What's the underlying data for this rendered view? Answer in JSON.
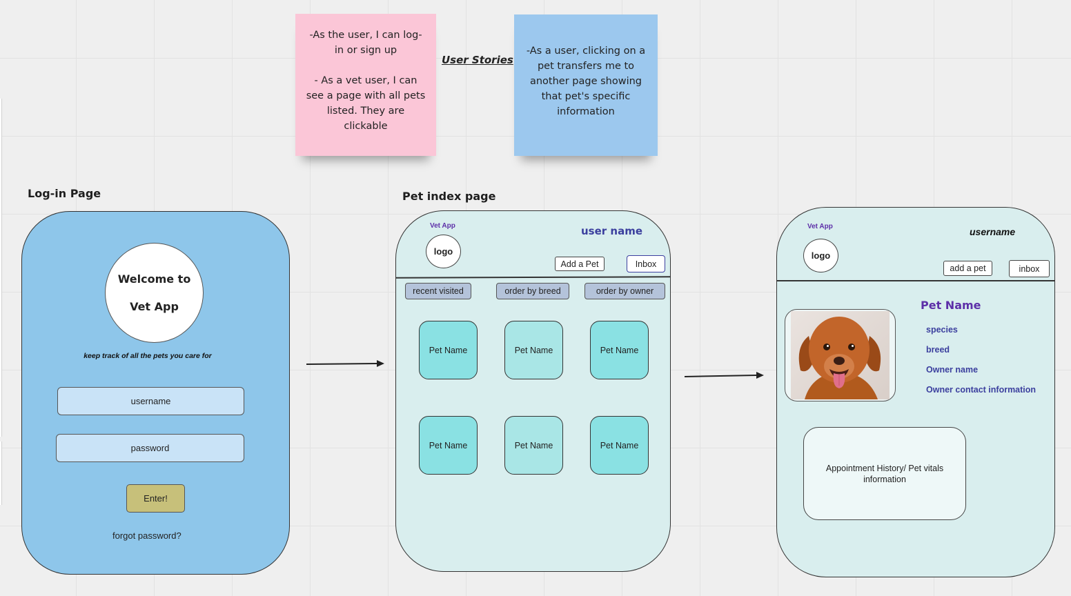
{
  "sticky_notes": {
    "pink": "-As the user, I can log-in or sign up\n\n- As a vet user, I can see a page with all pets listed. They are clickable",
    "blue": "-As a user, clicking on a pet transfers me to another page showing that pet's specific information",
    "pink_color": "#fbc6d7",
    "blue_color": "#9cc8ee"
  },
  "user_stories_label": "User Stories",
  "login_page": {
    "section_title": "Log-in Page",
    "welcome_line1": "Welcome to",
    "welcome_line2": "Vet App",
    "tagline": "keep track of all the pets you care for",
    "username_placeholder": "username",
    "password_placeholder": "password",
    "enter_label": "Enter!",
    "forgot_label": "forgot password?",
    "bg_color": "#8ec6ea",
    "enter_color": "#c7c07a"
  },
  "index_page": {
    "section_title": "Pet index page",
    "brand": "Vet App",
    "logo": "logo",
    "user_name": "user name",
    "add_pet_label": "Add a Pet",
    "inbox_label": "Inbox",
    "filters": [
      "recent visited",
      "order by breed",
      "order by owner"
    ],
    "pets": [
      "Pet Name",
      "Pet Name",
      "Pet Name",
      "Pet Name",
      "Pet Name",
      "Pet Name"
    ],
    "card_colors": [
      "#8ae1e3",
      "#a9e6e6"
    ]
  },
  "detail_page": {
    "brand": "Vet App",
    "logo": "logo",
    "username": "username",
    "add_pet_label": "add a pet",
    "inbox_label": "inbox",
    "pet_name": "Pet Name",
    "attributes": [
      "species",
      "breed",
      "Owner name",
      "Owner contact information"
    ],
    "appointment_info": "Appointment History/ Pet vitals information",
    "photo_icon": "dog-photo-icon"
  },
  "accent_colors": {
    "purple": "#5d2fa8",
    "navy": "#3b3f9e"
  }
}
